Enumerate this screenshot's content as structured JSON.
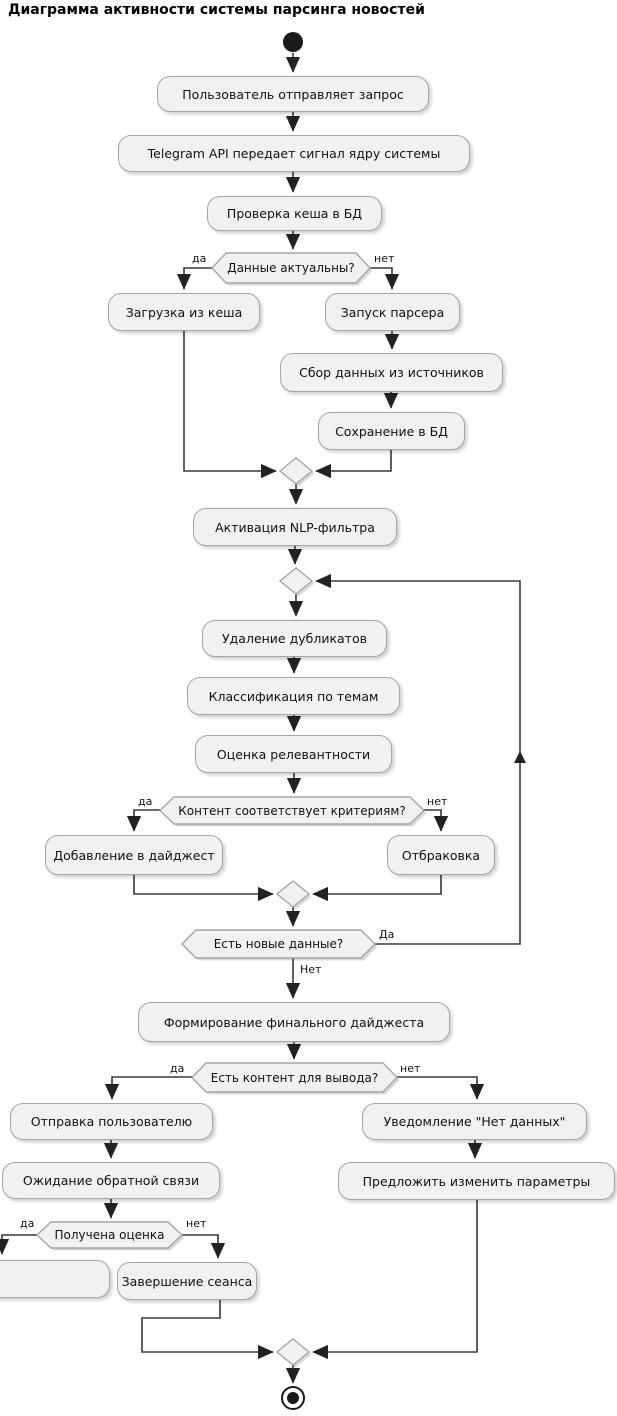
{
  "title": "Диаграмма активности системы парсинга новостей",
  "colors": {
    "background": "#ffffff",
    "node_fill": "#f1f1f1",
    "node_border": "#a5a5a5",
    "edge": "#383838",
    "text": "#000000"
  },
  "nodes": {
    "a1": {
      "label": "Пользователь отправляет запрос"
    },
    "a2": {
      "label": "Telegram API передает сигнал ядру системы"
    },
    "a3": {
      "label": "Проверка кеша в БД"
    },
    "a4": {
      "label": "Загрузка из кеша"
    },
    "a5": {
      "label": "Запуск парсера"
    },
    "a6": {
      "label": "Сбор данных из источников"
    },
    "a7": {
      "label": "Сохранение в БД"
    },
    "a8": {
      "label": "Активация NLP-фильтра"
    },
    "a9": {
      "label": "Удаление дубликатов"
    },
    "a10": {
      "label": "Классификация по темам"
    },
    "a11": {
      "label": "Оценка релевантности"
    },
    "a12": {
      "label": "Добавление в дайджест"
    },
    "a13": {
      "label": "Отбраковка"
    },
    "a14": {
      "label": "Формирование финального дайджеста"
    },
    "a15": {
      "label": "Отправка пользователю"
    },
    "a16": {
      "label": "Уведомление \"Нет данных\""
    },
    "a17": {
      "label": "Ожидание обратной связи"
    },
    "a18": {
      "label": "Предложить изменить параметры"
    },
    "a20": {
      "label": "Завершение сеанса"
    }
  },
  "decisions": {
    "d1": {
      "label": "Данные актуальны?",
      "yes": "да",
      "no": "нет"
    },
    "d2": {
      "label": "Контент соответствует критериям?",
      "yes": "да",
      "no": "нет"
    },
    "d3": {
      "label": "Есть новые данные?",
      "yes": "Да",
      "no": "Нет"
    },
    "d4": {
      "label": "Есть контент для вывода?",
      "yes": "да",
      "no": "нет"
    },
    "d5": {
      "label": "Получена оценка",
      "yes": "да",
      "no": "нет"
    }
  }
}
